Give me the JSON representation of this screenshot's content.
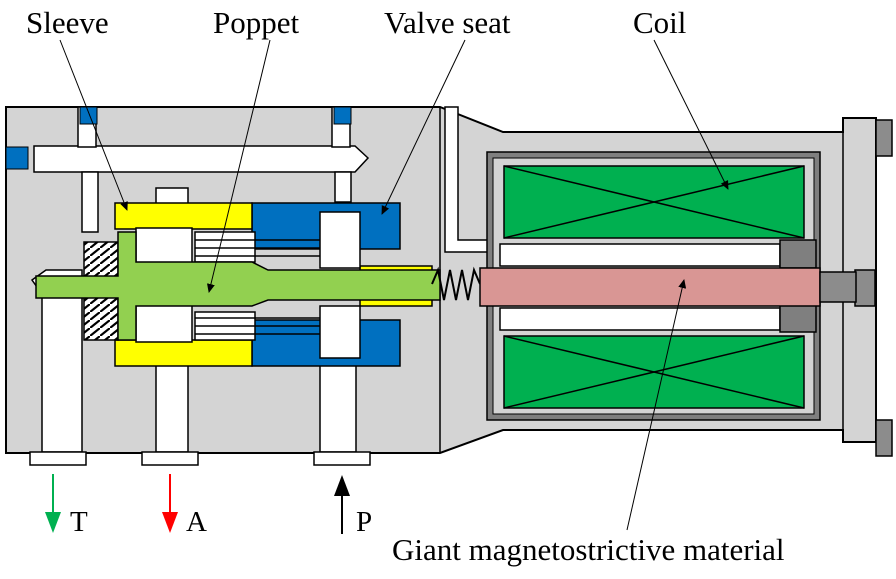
{
  "labels": {
    "sleeve": "Sleeve",
    "poppet": "Poppet",
    "valve_seat": "Valve seat",
    "coil": "Coil",
    "gmm": "Giant magnetostrictive material"
  },
  "ports": {
    "t": "T",
    "a": "A",
    "p": "P"
  },
  "colors": {
    "body": "#d4d4d4",
    "channel": "#ffffff",
    "sleeve": "#ffff00",
    "poppet": "#92d050",
    "valve_seat": "#0070c0",
    "coil": "#00b050",
    "gmm_rod": "#d99694",
    "coil_frame": "#7f7f7f",
    "arrow_t": "#00b050",
    "arrow_a": "#ff0000",
    "arrow_p": "#000000"
  }
}
